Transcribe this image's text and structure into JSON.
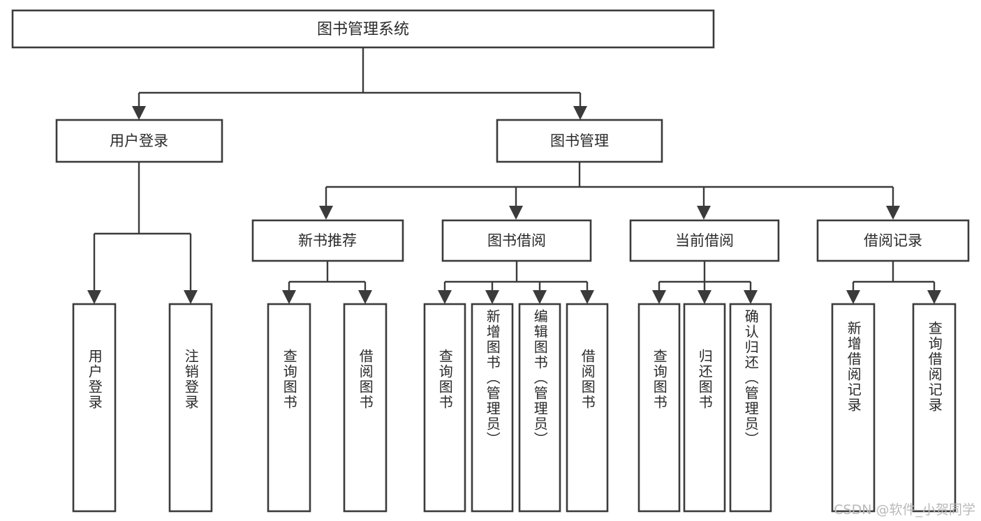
{
  "diagram": {
    "title_node": {
      "label": "图书管理系统"
    },
    "level1": [
      {
        "id": "user-login",
        "label": "用户登录"
      },
      {
        "id": "book-management",
        "label": "图书管理"
      }
    ],
    "level2": [
      {
        "id": "new-book-recommend",
        "label": "新书推荐"
      },
      {
        "id": "book-borrow",
        "label": "图书借阅"
      },
      {
        "id": "current-borrow",
        "label": "当前借阅"
      },
      {
        "id": "borrow-record",
        "label": "借阅记录"
      }
    ],
    "leaves": [
      {
        "id": "leaf-user-login",
        "label": "用户登录",
        "parent": "user-login"
      },
      {
        "id": "leaf-logout-login",
        "label": "注销登录",
        "parent": "user-login"
      },
      {
        "id": "leaf-query-book-1",
        "label": "查询图书",
        "parent": "new-book-recommend"
      },
      {
        "id": "leaf-borrow-book-1",
        "label": "借阅图书",
        "parent": "new-book-recommend"
      },
      {
        "id": "leaf-query-book-2",
        "label": "查询图书",
        "parent": "book-borrow"
      },
      {
        "id": "leaf-add-book",
        "label": "新增图书（管理员）",
        "parent": "book-borrow"
      },
      {
        "id": "leaf-edit-book",
        "label": "编辑图书（管理员）",
        "parent": "book-borrow"
      },
      {
        "id": "leaf-borrow-book-2",
        "label": "借阅图书",
        "parent": "book-borrow"
      },
      {
        "id": "leaf-query-book-3",
        "label": "查询图书",
        "parent": "current-borrow"
      },
      {
        "id": "leaf-return-book",
        "label": "归还图书",
        "parent": "current-borrow"
      },
      {
        "id": "leaf-confirm-return",
        "label": "确认归还（管理员）",
        "parent": "current-borrow"
      },
      {
        "id": "leaf-add-borrow-record",
        "label": "新增借阅记录",
        "parent": "borrow-record"
      },
      {
        "id": "leaf-query-borrow-record",
        "label": "查询借阅记录",
        "parent": "borrow-record"
      }
    ]
  },
  "watermark": {
    "text": "CSDN @软件_小贺同学"
  },
  "colors": {
    "stroke": "#3b3b3b",
    "fill": "#ffffff",
    "text": "#2a2a2a",
    "watermark": "#b9b9b9"
  }
}
